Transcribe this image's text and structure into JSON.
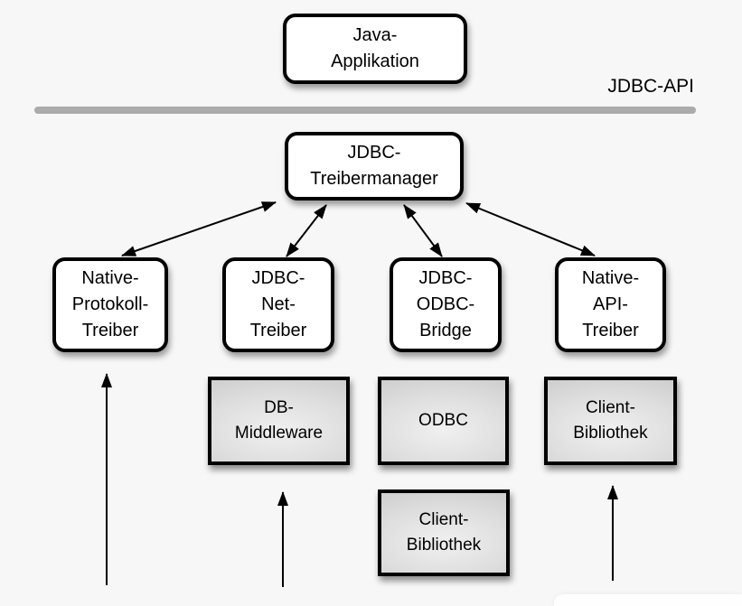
{
  "diagram": {
    "api_label": "JDBC-API",
    "nodes": {
      "java_app": "Java-\nApplikation",
      "treibermanager": "JDBC-\nTreibermanager",
      "native_protokoll": "Native-\nProtokoll-\nTreiber",
      "jdbc_net": "JDBC-\nNet-\nTreiber",
      "jdbc_odbc": "JDBC-\nODBC-\nBridge",
      "native_api": "Native-\nAPI-\nTreiber",
      "db_middleware": "DB-\nMiddleware",
      "odbc": "ODBC",
      "client_bibliothek_mitte": "Client-\nBibliothek",
      "client_bibliothek_rechts": "Client-\nBibliothek"
    },
    "colors": {
      "background": "#f7f7f7",
      "box_border": "#000000",
      "box_fill_white": "#ffffff",
      "box_fill_gray_light": "#f0f0f0",
      "box_fill_gray_dark": "#c3c3c3",
      "separator_line": "#ababab",
      "arrow": "#000000"
    }
  }
}
